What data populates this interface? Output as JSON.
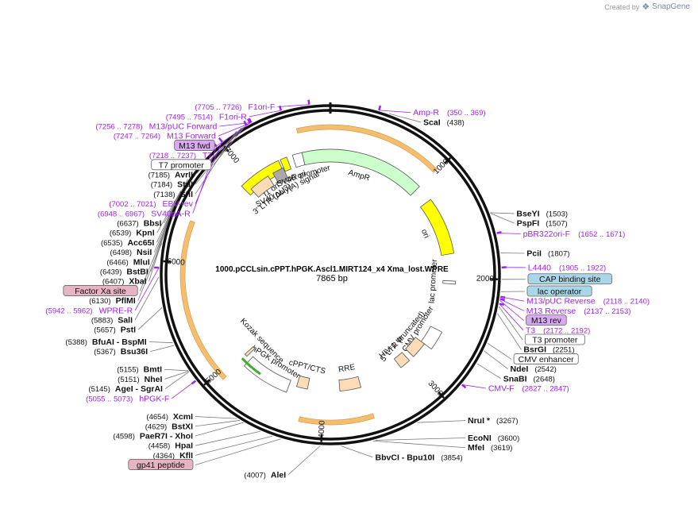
{
  "credit": {
    "created_by": "Created by",
    "brand": "SnapGene"
  },
  "plasmid": {
    "name": "1000.pCCLsin.cPPT.hPGK.Ascl1.MIRT124_x4 Xma_lost.WPRE",
    "length_label": "7865 bp",
    "length": 7865
  },
  "tick_labels": [
    "1000",
    "2000",
    "3000",
    "4000",
    "5000",
    "6000",
    "7000"
  ],
  "features": [
    {
      "name": "f1 ori",
      "start": 6880,
      "end": 7330,
      "type": "origin"
    },
    {
      "name": "AmpR promoter",
      "start": 7480,
      "end": 7580,
      "type": "promoter"
    },
    {
      "name": "AmpR",
      "start": 7580,
      "end": 990,
      "type": "cds"
    },
    {
      "name": "ori",
      "start": 1160,
      "end": 1750,
      "type": "origin"
    },
    {
      "name": "lac promoter",
      "start": 2031,
      "end": 2061,
      "type": "promoter"
    },
    {
      "name": "CMV promoter",
      "start": 2560,
      "end": 2760,
      "type": "promoter"
    },
    {
      "name": "5' LTR (truncated)",
      "start": 2760,
      "end": 2940,
      "type": "ltr"
    },
    {
      "name": "HIV-1 Ψ",
      "start": 3000,
      "end": 3120,
      "type": "misc"
    },
    {
      "name": "RRE",
      "start": 3600,
      "end": 3830,
      "type": "misc"
    },
    {
      "name": "cPPT/CTS",
      "start": 4180,
      "end": 4300,
      "type": "misc"
    },
    {
      "name": "hPGK promoter",
      "start": 4380,
      "end": 4880,
      "type": "promoter"
    },
    {
      "name": "Kozak sequence",
      "start": 4930,
      "end": 4945,
      "type": "misc"
    },
    {
      "name": "3' LTR (ΔU3)",
      "start": 6930,
      "end": 7160,
      "type": "ltr"
    },
    {
      "name": "SV40 poly(A) signal",
      "start": 7220,
      "end": 7345,
      "type": "polya"
    },
    {
      "name": "SV40 ori",
      "start": 7350,
      "end": 7420,
      "type": "origin"
    }
  ],
  "labels": [
    {
      "text": "F1ori-F",
      "range": "(7705 .. 7726)",
      "pos": 7710,
      "kind": "primer"
    },
    {
      "text": "F1ori-R",
      "range": "(7495 .. 7514)",
      "pos": 7500,
      "kind": "primer"
    },
    {
      "text": "M13/pUC Forward",
      "range": "(7256 .. 7278)",
      "pos": 7265,
      "kind": "primer"
    },
    {
      "text": "M13 Forward",
      "range": "(7247 .. 7264)",
      "pos": 7255,
      "kind": "primer"
    },
    {
      "text": "M13 fwd",
      "range": "",
      "pos": 7245,
      "kind": "primer_box"
    },
    {
      "text": "T7",
      "range": "(7218 .. 7237)",
      "pos": 7225,
      "kind": "primer"
    },
    {
      "text": "T7 promoter",
      "range": "",
      "pos": 7215,
      "kind": "feature_box"
    },
    {
      "text": "AvrII",
      "range": "(7185)",
      "pos": 7185,
      "kind": "enzyme"
    },
    {
      "text": "StuI",
      "range": "(7184)",
      "pos": 7183,
      "kind": "enzyme"
    },
    {
      "text": "SfiI",
      "range": "(7138)",
      "pos": 7138,
      "kind": "enzyme"
    },
    {
      "text": "EBV-rev",
      "range": "(7002 .. 7021)",
      "pos": 7010,
      "kind": "primer"
    },
    {
      "text": "SV40pA-R",
      "range": "(6948 .. 6967)",
      "pos": 6957,
      "kind": "primer"
    },
    {
      "text": "BbsI",
      "range": "(6637)",
      "pos": 6637,
      "kind": "enzyme"
    },
    {
      "text": "KpnI",
      "range": "(6539)",
      "pos": 6539,
      "kind": "enzyme"
    },
    {
      "text": "Acc65I",
      "range": "(6535)",
      "pos": 6535,
      "kind": "enzyme"
    },
    {
      "text": "NsiI",
      "range": "(6498)",
      "pos": 6498,
      "kind": "enzyme"
    },
    {
      "text": "MluI",
      "range": "(6466)",
      "pos": 6466,
      "kind": "enzyme"
    },
    {
      "text": "BstBI",
      "range": "(6439)",
      "pos": 6439,
      "kind": "enzyme"
    },
    {
      "text": "XbaI",
      "range": "(6407)",
      "pos": 6407,
      "kind": "enzyme"
    },
    {
      "text": "Factor Xa site",
      "range": "",
      "pos": 6200,
      "kind": "misc_box"
    },
    {
      "text": "PflMI",
      "range": "(6130)",
      "pos": 6130,
      "kind": "enzyme"
    },
    {
      "text": "WPRE-R",
      "range": "(5942 .. 5962)",
      "pos": 5950,
      "kind": "primer"
    },
    {
      "text": "SalI",
      "range": "(5883)",
      "pos": 5883,
      "kind": "enzyme"
    },
    {
      "text": "PstI",
      "range": "(5657)",
      "pos": 5657,
      "kind": "enzyme"
    },
    {
      "text": "BfuAI - BspMI",
      "range": "(5388)",
      "pos": 5388,
      "kind": "enzyme"
    },
    {
      "text": "Bsu36I",
      "range": "(5367)",
      "pos": 5367,
      "kind": "enzyme"
    },
    {
      "text": "BmtI",
      "range": "(5155)",
      "pos": 5155,
      "kind": "enzyme"
    },
    {
      "text": "NheI",
      "range": "(5151)",
      "pos": 5151,
      "kind": "enzyme"
    },
    {
      "text": "AgeI - SgrAI",
      "range": "(5145)",
      "pos": 5145,
      "kind": "enzyme"
    },
    {
      "text": "hPGK-F",
      "range": "(5055 .. 5073)",
      "pos": 5064,
      "kind": "primer"
    },
    {
      "text": "XcmI",
      "range": "(4654)",
      "pos": 4654,
      "kind": "enzyme"
    },
    {
      "text": "BstXI",
      "range": "(4629)",
      "pos": 4629,
      "kind": "enzyme"
    },
    {
      "text": "PaeR7I - XhoI",
      "range": "(4598)",
      "pos": 4598,
      "kind": "enzyme"
    },
    {
      "text": "HpaI",
      "range": "(4458)",
      "pos": 4458,
      "kind": "enzyme"
    },
    {
      "text": "KflI",
      "range": "(4364)",
      "pos": 4364,
      "kind": "enzyme"
    },
    {
      "text": "gp41 peptide",
      "range": "",
      "pos": 4300,
      "kind": "misc_box"
    },
    {
      "text": "AleI",
      "range": "(4007)",
      "pos": 4007,
      "kind": "enzyme"
    },
    {
      "text": "BbvCI - Bpu10I",
      "range": "(3854)",
      "pos": 3854,
      "kind": "enzyme"
    },
    {
      "text": "MfeI",
      "range": "(3619)",
      "pos": 3619,
      "kind": "enzyme"
    },
    {
      "text": "EcoNI",
      "range": "(3600)",
      "pos": 3600,
      "kind": "enzyme"
    },
    {
      "text": "NruI *",
      "range": "(3267)",
      "pos": 3267,
      "kind": "enzyme"
    },
    {
      "text": "CMV-F",
      "range": "(2827 .. 2847)",
      "pos": 2837,
      "kind": "primer"
    },
    {
      "text": "SnaBI",
      "range": "(2648)",
      "pos": 2648,
      "kind": "enzyme"
    },
    {
      "text": "NdeI",
      "range": "(2542)",
      "pos": 2542,
      "kind": "enzyme"
    },
    {
      "text": "CMV enhancer",
      "range": "",
      "pos": 2480,
      "kind": "feature_box"
    },
    {
      "text": "BsrGI",
      "range": "(2251)",
      "pos": 2251,
      "kind": "enzyme"
    },
    {
      "text": "T3 promoter",
      "range": "",
      "pos": 2200,
      "kind": "feature_box"
    },
    {
      "text": "T3",
      "range": "(2172 .. 2192)",
      "pos": 2180,
      "kind": "primer"
    },
    {
      "text": "M13 rev",
      "range": "",
      "pos": 2155,
      "kind": "primer_box"
    },
    {
      "text": "M13 Reverse",
      "range": "(2137 .. 2153)",
      "pos": 2145,
      "kind": "primer"
    },
    {
      "text": "lac operator",
      "range": "",
      "pos": 2090,
      "kind": "blue_box"
    },
    {
      "text": "M13/pUC Reverse",
      "range": "(2118 .. 2140)",
      "pos": 2128,
      "kind": "primer"
    },
    {
      "text": "CAP binding site",
      "range": "",
      "pos": 2000,
      "kind": "blue_box"
    },
    {
      "text": "L4440",
      "range": "(1905 .. 1922)",
      "pos": 1913,
      "kind": "primer"
    },
    {
      "text": "PciI",
      "range": "(1807)",
      "pos": 1807,
      "kind": "enzyme"
    },
    {
      "text": "pBR322ori-F",
      "range": "(1652 .. 1671)",
      "pos": 1660,
      "kind": "primer"
    },
    {
      "text": "PspFI",
      "range": "(1507)",
      "pos": 1507,
      "kind": "enzyme"
    },
    {
      "text": "BseYI",
      "range": "(1503)",
      "pos": 1503,
      "kind": "enzyme"
    },
    {
      "text": "ScaI",
      "range": "(438)",
      "pos": 438,
      "kind": "enzyme"
    },
    {
      "text": "Amp-R",
      "range": "(350 .. 369)",
      "pos": 360,
      "kind": "primer"
    }
  ]
}
